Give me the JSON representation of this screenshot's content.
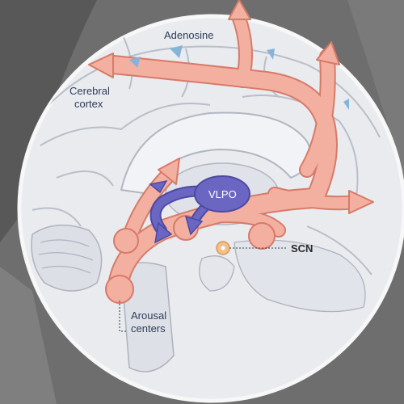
{
  "labels": {
    "adenosine": "Adenosine",
    "cerebral": "Cerebral",
    "cortex": "cortex",
    "vlpo": "VLPO",
    "scn": "SCN",
    "arousal": "Arousal",
    "centers": "centers"
  },
  "colors": {
    "pathway_fill": "#f3b0a0",
    "pathway_stroke": "#d77a68",
    "vlpo_fill": "#6a66c2",
    "adenosine_marker": "#86b4d8",
    "brain_fill": "#e9ebef",
    "background": "#6e6e6e"
  }
}
